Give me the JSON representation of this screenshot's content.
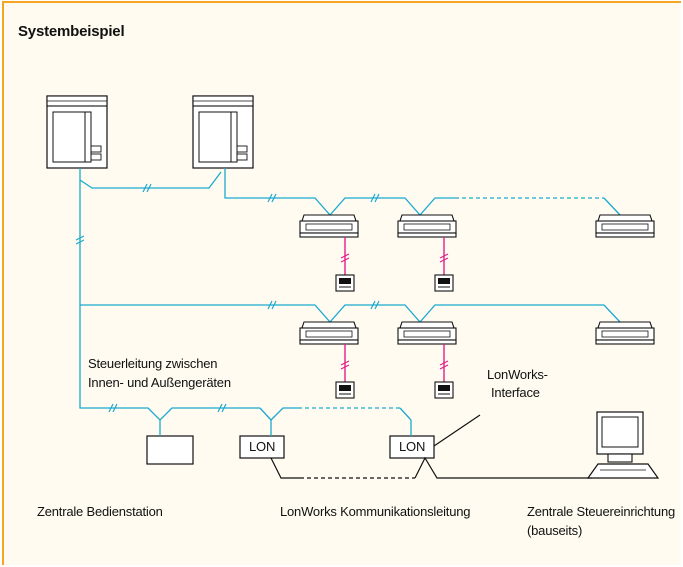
{
  "title": "Systembeispiel",
  "labels": {
    "control_line_1": "Steuerleitung zwischen",
    "control_line_2": "Innen- und Außengeräten",
    "lonworks_interface_1": "LonWorks-",
    "lonworks_interface_2": "Interface",
    "lon_1": "LON",
    "lon_2": "LON",
    "central_station": "Zentrale Bedienstation",
    "lon_comm_line": "LonWorks Kommunikationsleitung",
    "central_control_1": "Zentrale Steuereinrichtung",
    "central_control_2": "(bauseits)"
  },
  "colors": {
    "frame": "#f5a623",
    "background": "#fffbf0",
    "signal_line": "#1ba9cf",
    "remote_line": "#e0218a",
    "outline": "#111111"
  }
}
